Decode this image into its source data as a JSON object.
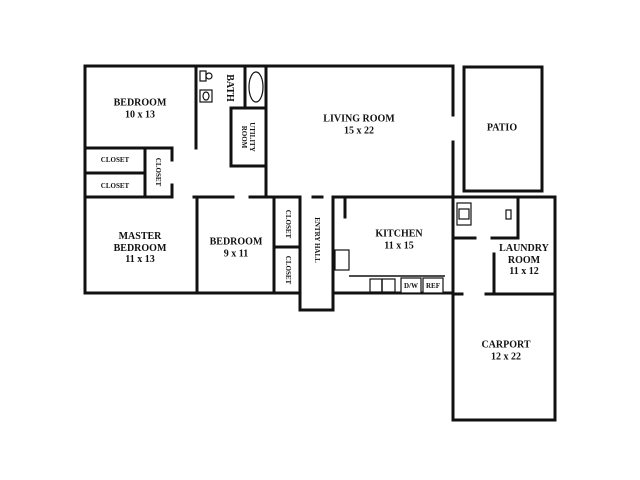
{
  "floor_plan": {
    "rooms": [
      {
        "id": "bedroom1",
        "name": "BEDROOM",
        "size": "10 x 13"
      },
      {
        "id": "bath",
        "name": "BATH"
      },
      {
        "id": "utility",
        "name_line1": "UTILITY",
        "name_line2": "ROOM"
      },
      {
        "id": "living",
        "name": "LIVING ROOM",
        "size": "15 x 22"
      },
      {
        "id": "patio",
        "name": "PATIO"
      },
      {
        "id": "closet_a",
        "name": "CLOSET"
      },
      {
        "id": "closet_b",
        "name": "CLOSET"
      },
      {
        "id": "closet_c",
        "name": "CLOSET"
      },
      {
        "id": "master",
        "name_line1": "MASTER",
        "name_line2": "BEDROOM",
        "size": "11 x 13"
      },
      {
        "id": "bedroom2",
        "name": "BEDROOM",
        "size": "9 x 11"
      },
      {
        "id": "closet_d",
        "name": "CLOSET"
      },
      {
        "id": "closet_e",
        "name": "CLOSET"
      },
      {
        "id": "entry",
        "name": "ENTRY HALL"
      },
      {
        "id": "kitchen",
        "name": "KITCHEN",
        "size": "11 x 15"
      },
      {
        "id": "laundry",
        "name_line1": "LAUNDRY",
        "name_line2": "ROOM",
        "size": "11 x 12"
      },
      {
        "id": "carport",
        "name": "CARPORT",
        "size": "12 x 22"
      }
    ],
    "appliances": {
      "dishwasher": "D/W",
      "refrigerator": "REF"
    }
  }
}
